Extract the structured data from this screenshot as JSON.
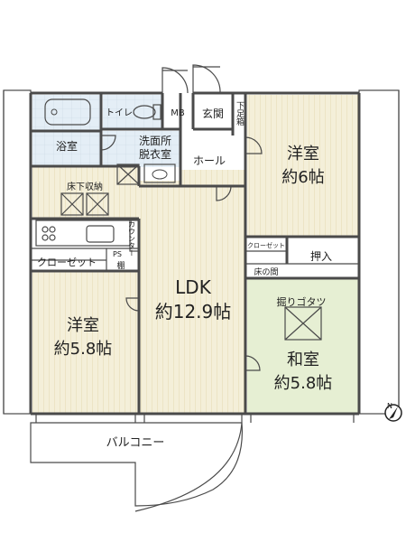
{
  "rooms": {
    "bath": "浴室",
    "toilet": "トイレ",
    "mb": "MB",
    "entrance": "玄関",
    "shoe_box": "下足箱",
    "washroom_line1": "洗面所",
    "washroom_line2": "脱衣室",
    "hall": "ホール",
    "western_room_6_name": "洋室",
    "western_room_6_size": "約6帖",
    "underfloor_storage": "床下収納",
    "counter": "カウンター",
    "ps": "PS",
    "closet": "クローゼット",
    "shelf": "棚",
    "ldk_name": "LDK",
    "ldk_size": "約12.9帖",
    "western_room_58_name": "洋室",
    "western_room_58_size": "約5.8帖",
    "small_closet": "クローゼット",
    "oshiire": "押入",
    "tokonoma": "床の間",
    "horigotatsu": "掘りゴタツ",
    "japanese_room_name": "和室",
    "japanese_room_size": "約5.8帖",
    "balcony": "バルコニー"
  },
  "compass": {
    "north": "N"
  },
  "colors": {
    "floor_stripe": "#f4efd9",
    "floor_stripe_line": "#e6dcb8",
    "tatami": "#e6efd3",
    "wet_area": "#e4eef6",
    "wall": "#4a4a4a",
    "balcony_fill": "#f6f3e8"
  }
}
